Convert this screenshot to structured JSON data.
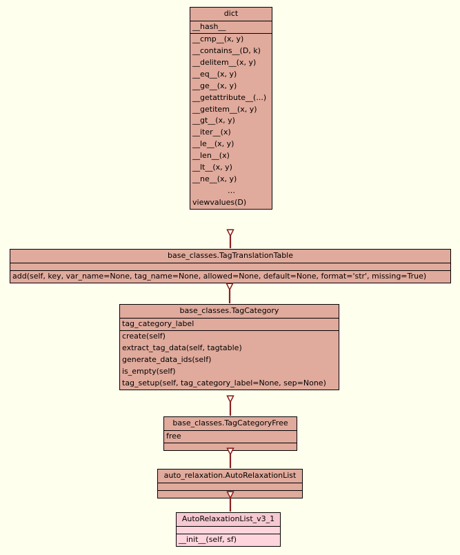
{
  "diagram": {
    "kind": "uml-class-diagram",
    "background_color": "#ffffee",
    "class_fill_color": "#e0aa9c",
    "leaf_fill_color": "#ffd5dd",
    "leaf_title_fill_color": "#f6c9d2",
    "border_color": "#000000",
    "relation_color": "#8b2020",
    "relation_type": "inheritance"
  },
  "classes": {
    "dict": {
      "name": "dict",
      "attributes": [
        "__hash__"
      ],
      "methods": [
        "__cmp__(x, y)",
        "__contains__(D, k)",
        "__delitem__(x, y)",
        "__eq__(x, y)",
        "__ge__(x, y)",
        "__getattribute__(...)",
        "__getitem__(x, y)",
        "__gt__(x, y)",
        "__iter__(x)",
        "__le__(x, y)",
        "__len__(x)",
        "__lt__(x, y)",
        "__ne__(x, y)",
        "…",
        "viewvalues(D)"
      ]
    },
    "tag_translation_table": {
      "name": "base_classes.TagTranslationTable",
      "attributes": [],
      "methods": [
        "add(self, key, var_name=None, tag_name=None, allowed=None, default=None, format='str', missing=True)"
      ]
    },
    "tag_category": {
      "name": "base_classes.TagCategory",
      "attributes": [
        "tag_category_label"
      ],
      "methods": [
        "create(self)",
        "extract_tag_data(self, tagtable)",
        "generate_data_ids(self)",
        "is_empty(self)",
        "tag_setup(self, tag_category_label=None, sep=None)"
      ]
    },
    "tag_category_free": {
      "name": "base_classes.TagCategoryFree",
      "attributes": [
        "free"
      ],
      "methods": []
    },
    "auto_relaxation_list": {
      "name": "auto_relaxation.AutoRelaxationList",
      "attributes": [],
      "methods": []
    },
    "auto_relaxation_list_v3_1": {
      "name": "AutoRelaxationList_v3_1",
      "attributes": [],
      "methods": [
        "__init__(self, sf)"
      ]
    }
  },
  "relations": [
    {
      "from": "base_classes.TagTranslationTable",
      "to": "dict",
      "type": "inheritance"
    },
    {
      "from": "base_classes.TagCategory",
      "to": "base_classes.TagTranslationTable",
      "type": "inheritance"
    },
    {
      "from": "base_classes.TagCategoryFree",
      "to": "base_classes.TagCategory",
      "type": "inheritance"
    },
    {
      "from": "auto_relaxation.AutoRelaxationList",
      "to": "base_classes.TagCategoryFree",
      "type": "inheritance"
    },
    {
      "from": "AutoRelaxationList_v3_1",
      "to": "auto_relaxation.AutoRelaxationList",
      "type": "inheritance"
    }
  ]
}
